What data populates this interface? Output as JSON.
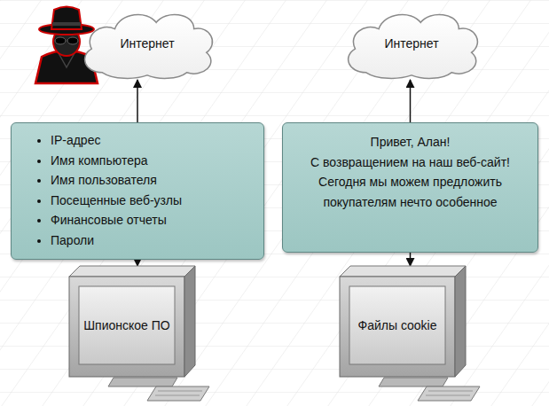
{
  "diagram": {
    "nodes": [
      {
        "text": [
          "Интернет"
        ]
      },
      {
        "text": [
          "Интернет"
        ]
      },
      {
        "text": [
          "IP-адрес",
          "Имя компьютера",
          "Имя пользователя",
          "Посещенные веб-узлы",
          "Финансовые отчеты",
          "Пароли"
        ]
      },
      {
        "text": [
          "Привет, Алан!",
          "С возвращением на наш веб-сайт!",
          "Сегодня мы можем предложить покупателям нечто особенное"
        ]
      },
      {
        "text": [
          "Шпионское ПО"
        ]
      },
      {
        "text": [
          "Файлы cookie"
        ]
      }
    ],
    "edges": [
      {
        "from": 2,
        "to": 0,
        "arrow": "to"
      },
      {
        "from": 3,
        "to": 1,
        "arrow": "to"
      },
      {
        "from": 2,
        "to": 4,
        "arrow": "to"
      },
      {
        "from": 3,
        "to": 5,
        "arrow": "to"
      }
    ]
  }
}
